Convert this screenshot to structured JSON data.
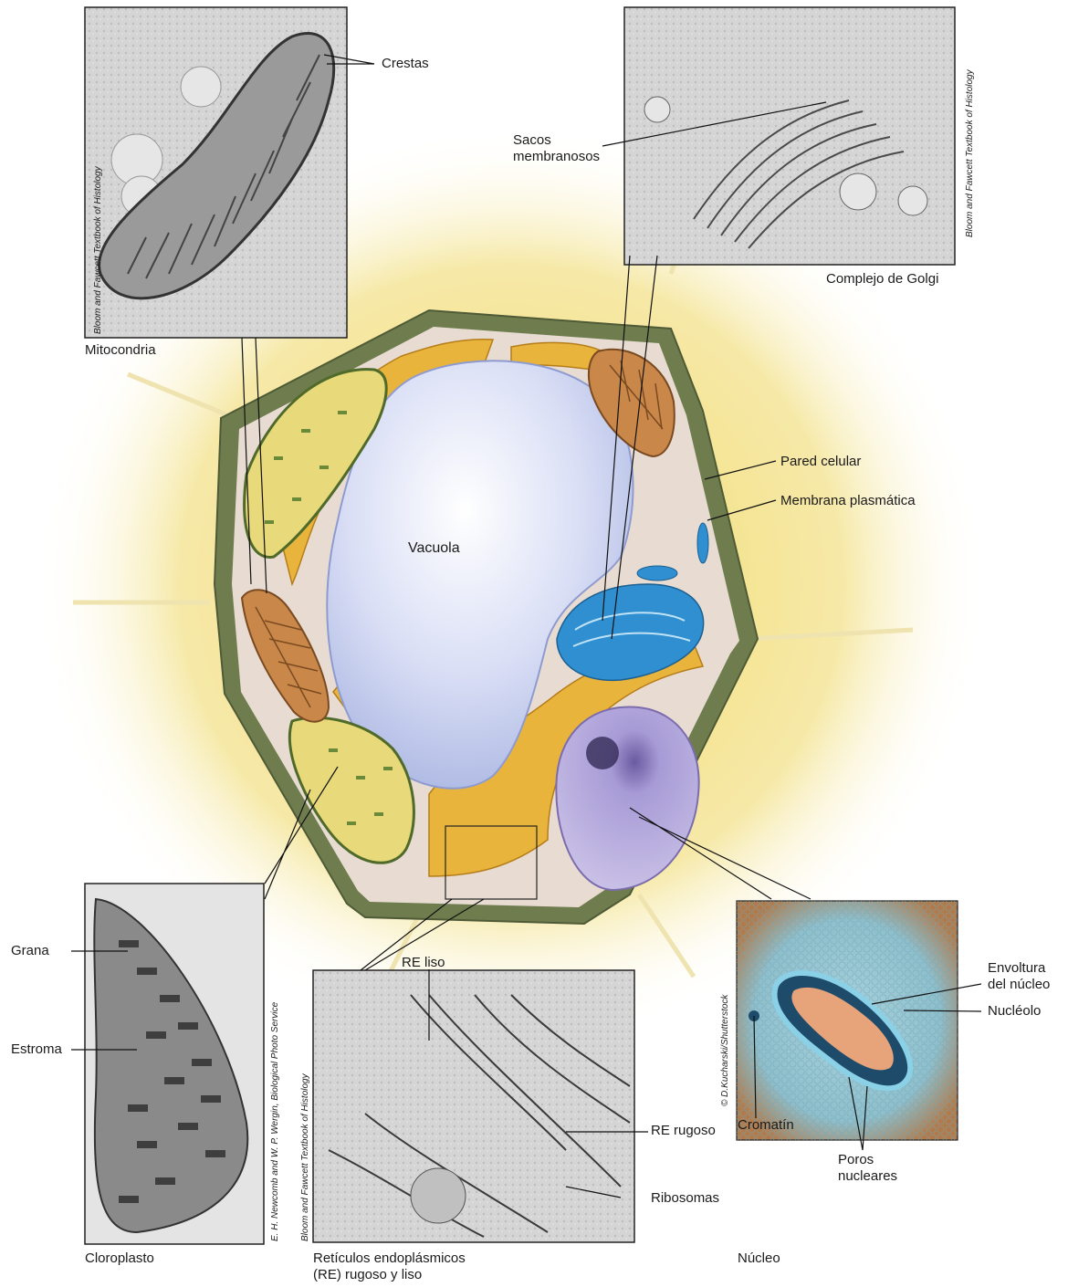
{
  "labels": {
    "crestas": "Crestas",
    "mitocondria": "Mitocondria",
    "sacos": "Sacos\nmembranosos",
    "golgi": "Complejo de Golgi",
    "pared": "Pared celular",
    "membrana": "Membrana plasmática",
    "vacuola": "Vacuola",
    "grana": "Grana",
    "estroma": "Estroma",
    "cloroplasto": "Cloroplasto",
    "re_liso": "RE liso",
    "re_rugoso": "RE rugoso",
    "ribosomas": "Ribosomas",
    "reticulos": "Retículos endoplásmicos\n(RE) rugoso y liso",
    "envoltura": "Envoltura\ndel núcleo",
    "nucleolo": "Nucléolo",
    "cromatin": "Cromatín",
    "poros": "Poros\nnucleares",
    "nucleo": "Núcleo"
  },
  "credits": {
    "mito": "Bloom and Fawcett Textbook of Histology",
    "golgi": "Bloom and Fawcett Textbook of Histology",
    "chloro": "E. H. Newcomb and W. P. Wergin, Biological Photo Service",
    "er": "Bloom and Fawcett Textbook of Histology",
    "nucleus": "© D.Kucharski/Shutterstock"
  },
  "colors": {
    "cell_wall": "#6f7d4e",
    "cytoplasm": "#e8dcd2",
    "vacuole": "#c9d2ef",
    "glow": "#f2e07a",
    "golgi": "#2f8fd0",
    "er": "#e6b33a",
    "nucleus": "#a99bd2",
    "chloroplast": "#e8da7a",
    "mitochondria": "#c9874a"
  }
}
